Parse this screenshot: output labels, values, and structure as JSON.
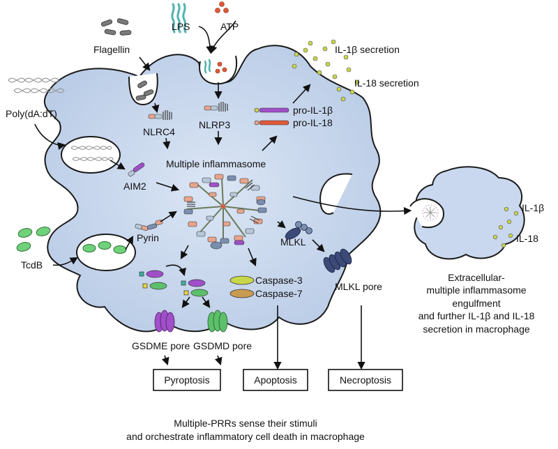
{
  "labels": {
    "lps": "LPS",
    "atp": "ATP",
    "flagellin": "Flagellin",
    "poly_da_dt": "Poly(dA:dT)",
    "nlrc4": "NLRC4",
    "nlrp3": "NLRP3",
    "pro_il1b": "pro-IL-1β",
    "pro_il18": "pro-IL-18",
    "il1b_secretion": "IL-1β secretion",
    "il18_secretion": "IL-18 secretion",
    "multiple_inflammasome": "Multiple inflammasome",
    "aim2": "AIM2",
    "pyrin": "Pyrin",
    "tcdb": "TcdB",
    "mlkl": "MLKL",
    "mlkl_pore": "MLKL pore",
    "caspase3": "Caspase-3",
    "caspase7": "Caspase-7",
    "gsdme_pore": "GSDME pore",
    "gsdmd_pore": "GSDMD pore",
    "il1b": "IL-1β",
    "il18": "IL-18"
  },
  "outcomes": {
    "pyroptosis": "Pyroptosis",
    "apoptosis": "Apoptosis",
    "necroptosis": "Necroptosis"
  },
  "engulfment_caption": [
    "Extracellular-",
    "multiple inflammasome",
    "engulfment",
    "and further IL-1β and IL-18",
    "secretion in macrophage"
  ],
  "figure_caption": [
    "Multiple-PRRs sense their stimuli",
    "and orchestrate inflammatory cell death in macrophage"
  ],
  "colors": {
    "cell_fill": "#c9d8ee",
    "cell_stroke": "#1a1a1a",
    "vesicle_fill": "#ffffff",
    "yellow_green_dot": "#c8d64a",
    "orange_dot": "#e0593a",
    "purple": "#a04fc9",
    "green": "#5cc06a",
    "navy": "#3c4a78",
    "salmon": "#e8a48c"
  }
}
